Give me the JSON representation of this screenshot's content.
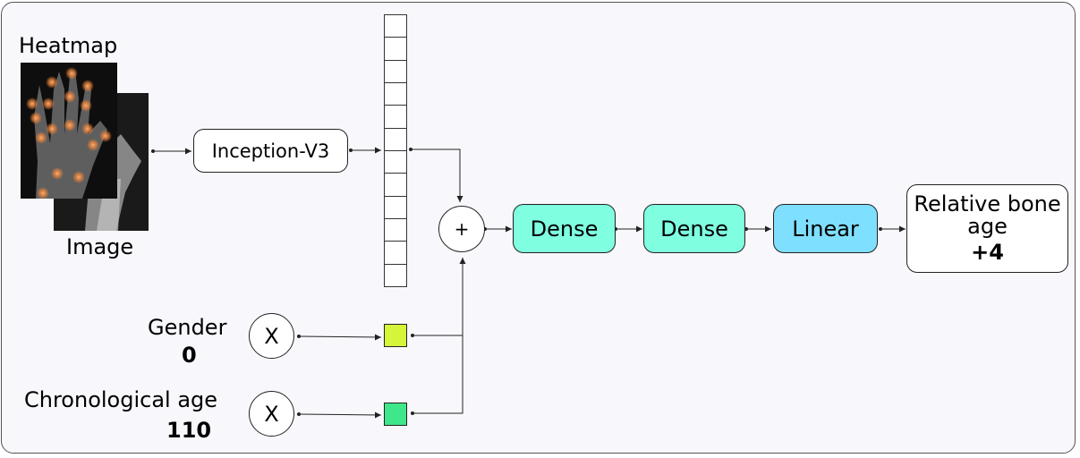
{
  "labels": {
    "heatmap": "Heatmap",
    "image": "Image",
    "gender": "Gender",
    "gender_value": "0",
    "chron_age": "Chronological age",
    "chron_age_value": "110"
  },
  "nodes": {
    "inception": "Inception-V3",
    "sum": "+",
    "dense1": "Dense",
    "dense2": "Dense",
    "linear": "Linear",
    "output_line1": "Relative bone",
    "output_line2": "age",
    "output_value": "+4",
    "x_gender": "X",
    "x_age": "X"
  },
  "colors": {
    "dense": "#7fffe0",
    "linear": "#7fdfff",
    "gender_embed": "#d4f53a",
    "age_embed": "#3ee88a",
    "frame_bg": "#f8f7fb"
  },
  "feature_vector_cells": 12
}
